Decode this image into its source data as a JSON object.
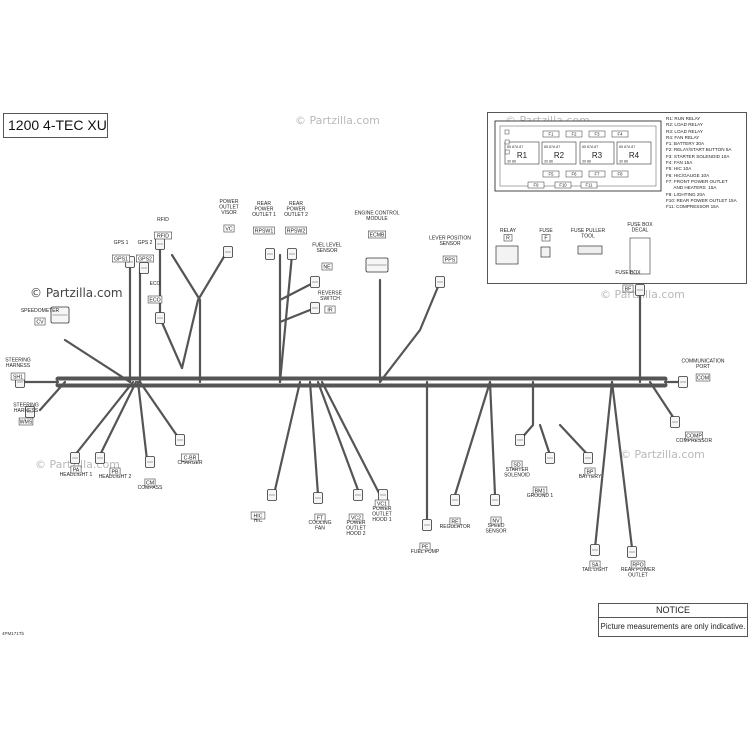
{
  "title": "1200 4-TEC XU",
  "watermark": "© Partzilla.com",
  "part_number": "4PM171Tb",
  "notice": {
    "heading": "NOTICE",
    "text": "Picture measurements are only indicative."
  },
  "fuse_box_inset": {
    "relays": [
      "R1",
      "R2",
      "R3",
      "R4"
    ],
    "fuses": [
      "F1",
      "F2",
      "F3",
      "F4",
      "F5",
      "F6",
      "F7",
      "F8",
      "F9",
      "F10",
      "F11"
    ],
    "pins": [
      "85",
      "87A",
      "87",
      "30",
      "86"
    ],
    "legend": [
      "R1: RUN RELAY",
      "R2: LOAD RELAY",
      "R3: LOAD RELAY",
      "R4: FAN RELAY",
      "F1: BATTERY 30A",
      "F2: RELAY/START BUTTON 5A",
      "F3: STARTER SOLENOID 10A",
      "F4: FAN 15A",
      "F5: HIC 10A",
      "F6: HIC/GAUGE 10A",
      "F7: FRONT POWER OUTLET",
      "      AND HEATERS  15A",
      "F8: LIGHTING 20A",
      "F10: REAR POWER OUTLET 15A",
      "F11: COMPRESSOR 15A"
    ],
    "parts": [
      {
        "name": "RELAY",
        "code": "R"
      },
      {
        "name": "FUSE",
        "code": "F"
      },
      {
        "name": "FUSE PULLER\nTOOL",
        "code": ""
      },
      {
        "name": "FUSE BOX\nDECAL",
        "code": ""
      }
    ]
  },
  "connectors": [
    {
      "id": "cv",
      "name": "SPEEDOMETER",
      "code": "CV"
    },
    {
      "id": "gps1",
      "name": "GPS 1",
      "code": "GPS1"
    },
    {
      "id": "gps2",
      "name": "GPS 2",
      "code": "GPS2"
    },
    {
      "id": "rfid",
      "name": "RFID",
      "code": "RFID"
    },
    {
      "id": "vc",
      "name": "POWER\nOUTLET\nVISOR",
      "code": "VC"
    },
    {
      "id": "rpsw1",
      "name": "REAR\nPOWER\nOUTLET 1",
      "code": "RPSW1"
    },
    {
      "id": "rpsw2",
      "name": "REAR\nPOWER\nOUTLET 2",
      "code": "RPSW2"
    },
    {
      "id": "ne",
      "name": "FUEL LEVEL\nSENSOR",
      "code": "NE"
    },
    {
      "id": "ir",
      "name": "REVERSE\nSWITCH",
      "code": "IR"
    },
    {
      "id": "ecm",
      "name": "ENGINE CONTROL\nMODULE",
      "code": "ECMB"
    },
    {
      "id": "pps",
      "name": "LEVER POSITION\nSENSOR",
      "code": "PPS"
    },
    {
      "id": "eco",
      "name": "ECO",
      "code": "ECO"
    },
    {
      "id": "sh1",
      "name": "STEERING\nHARNESS",
      "code": "SH1"
    },
    {
      "id": "wms",
      "name": "STEERING\nHARNESS",
      "code": "WMS"
    },
    {
      "id": "pa",
      "name": "HEADLIGHT 1",
      "code": "PA"
    },
    {
      "id": "pb",
      "name": "HEADLIGHT 2",
      "code": "PB"
    },
    {
      "id": "cm",
      "name": "COMPASS",
      "code": "CM"
    },
    {
      "id": "cbr",
      "name": "CHARGER",
      "code": "C-BR"
    },
    {
      "id": "hic",
      "name": "HIC",
      "code": "HIC"
    },
    {
      "id": "ft",
      "name": "COOLING\nFAN",
      "code": "FT"
    },
    {
      "id": "vc2",
      "name": "POWER\nOUTLET\nHOOD 2",
      "code": "VC2"
    },
    {
      "id": "vc1",
      "name": "POWER\nOUTLET\nHOOD 1",
      "code": "VC1"
    },
    {
      "id": "pe",
      "name": "FUEL PUMP",
      "code": "PE"
    },
    {
      "id": "re",
      "name": "REGULATOR",
      "code": "RE"
    },
    {
      "id": "nv",
      "name": "SPEED\nSENSOR",
      "code": "NV"
    },
    {
      "id": "sd",
      "name": "STARTER\nSOLENOID",
      "code": "SD"
    },
    {
      "id": "bm1",
      "name": "GROUND 1",
      "code": "BM1"
    },
    {
      "id": "bp",
      "name": "BATTERY",
      "code": "BP"
    },
    {
      "id": "sa",
      "name": "TAIL LIGHT",
      "code": "SA"
    },
    {
      "id": "rpo",
      "name": "REAR POWER\nOUTLET",
      "code": "RPO"
    },
    {
      "id": "fb",
      "name": "FUSE BOX",
      "code": "BF"
    },
    {
      "id": "com",
      "name": "COMMUNICATION\nPORT",
      "code": "COM"
    },
    {
      "id": "comp",
      "name": "COMPRESSOR",
      "code": "COMP"
    }
  ]
}
